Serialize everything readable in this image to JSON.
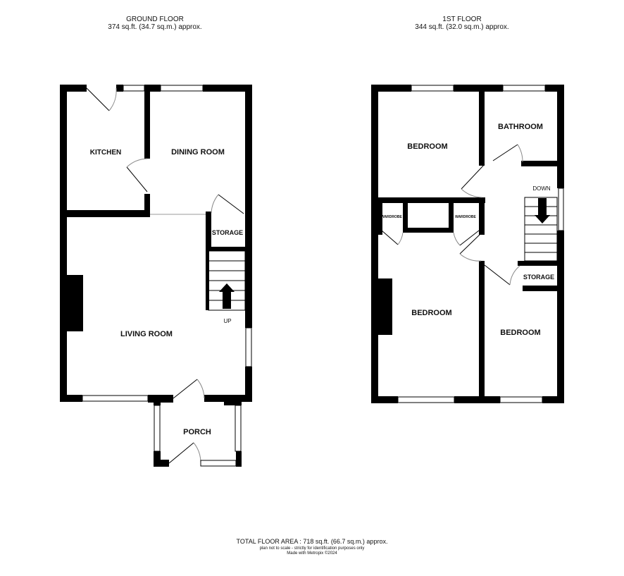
{
  "ground_floor": {
    "title": "GROUND FLOOR",
    "area": "374 sq.ft. (34.7 sq.m.) approx.",
    "rooms": {
      "kitchen": "KITCHEN",
      "dining": "DINING ROOM",
      "storage": "STORAGE",
      "living": "LIVING ROOM",
      "porch": "PORCH",
      "up": "UP"
    }
  },
  "first_floor": {
    "title": "1ST FLOOR",
    "area": "344 sq.ft. (32.0 sq.m.) approx.",
    "rooms": {
      "bedroom1": "BEDROOM",
      "bathroom": "BATHROOM",
      "down": "DOWN",
      "wardrobe1": "WARDROBE",
      "wardrobe2": "WARDROBE",
      "bedroom2": "BEDROOM",
      "storage": "STORAGE",
      "bedroom3": "BEDROOM"
    }
  },
  "footer": {
    "total": "TOTAL FLOOR AREA : 718 sq.ft. (66.7 sq.m.) approx.",
    "disclaimer": "plan not to scale - strictly for identification purposes only",
    "credit": "Made with Metropix ©2024"
  }
}
